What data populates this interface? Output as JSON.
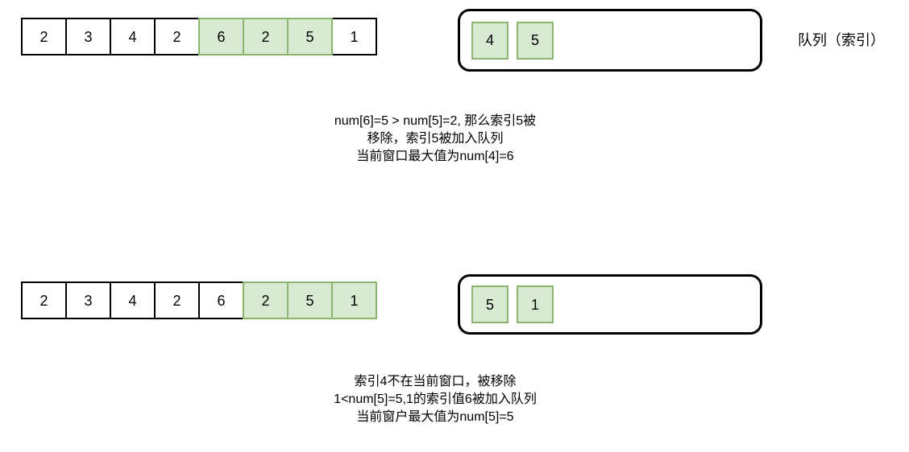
{
  "figure": {
    "title_label": "队列（索引）",
    "steps": [
      {
        "array": {
          "values": [
            "2",
            "3",
            "4",
            "2",
            "6",
            "2",
            "5",
            "1"
          ],
          "highlighted": [
            false,
            false,
            false,
            false,
            true,
            true,
            true,
            false
          ]
        },
        "queue": {
          "items": [
            "4",
            "5"
          ]
        },
        "caption_lines": [
          "num[6]=5  > num[5]=2, 那么索引5被",
          "移除，索引5被加入队列",
          "当前窗口最大值为num[4]=6"
        ]
      },
      {
        "array": {
          "values": [
            "2",
            "3",
            "4",
            "2",
            "6",
            "2",
            "5",
            "1"
          ],
          "highlighted": [
            false,
            false,
            false,
            false,
            false,
            true,
            true,
            true
          ]
        },
        "queue": {
          "items": [
            "5",
            "1"
          ]
        },
        "caption_lines": [
          "索引4不在当前窗口，被移除",
          "1<num[5]=5,1的索引值6被加入队列",
          "当前窗户最大值为num[5]=5"
        ]
      }
    ]
  },
  "colors": {
    "highlight_fill": "#d9ead3",
    "highlight_border": "#8bb56d",
    "outline": "#000000",
    "background": "#ffffff"
  }
}
